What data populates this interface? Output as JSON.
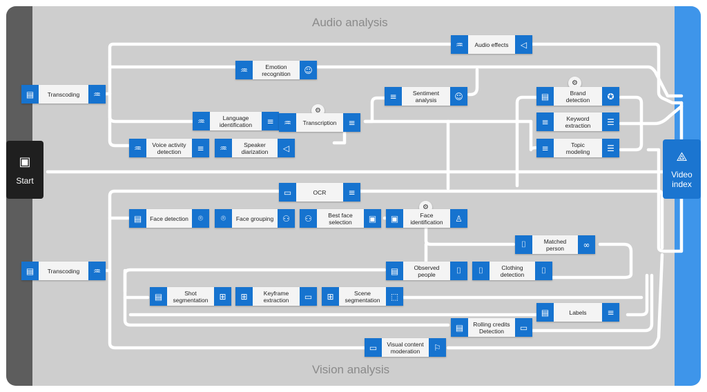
{
  "sections": {
    "audio": "Audio analysis",
    "vision": "Vision analysis"
  },
  "start": {
    "label": "Start",
    "icon": "film-icon"
  },
  "index": {
    "label": "Video\nindex",
    "icon": "network-icon"
  },
  "colors": {
    "canvas": "#cecece",
    "left_band": "#5d5d5d",
    "right_band": "#3e95ea",
    "node_icon_bg": "#1673cf",
    "node_body": "#f4f4f4",
    "connector": "#ffffff"
  },
  "audio_nodes": {
    "transcoding": "Transcoding",
    "audio_effects": "Audio effects",
    "emotion_recognition": "Emotion\nrecognition",
    "sentiment_analysis": "Sentiment\nanalysis",
    "brand_detection": "Brand\ndetection",
    "language_identification": "Language\nidentification",
    "transcription": "Transcription",
    "keyword_extraction": "Keyword\nextraction",
    "voice_activity_detection": "Voice activity\ndetection",
    "speaker_diarization": "Speaker\ndiarization",
    "topic_modeling": "Topic\nmodeling"
  },
  "vision_nodes": {
    "ocr": "OCR",
    "face_detection": "Face detection",
    "face_grouping": "Face grouping",
    "best_face_selection": "Best face\nselection",
    "face_identification": "Face\nidentification",
    "matched_person": "Matched\nperson",
    "transcoding": "Transcoding",
    "observed_people": "Observed\npeople",
    "clothing_detection": "Clothing\ndetection",
    "shot_segmentation": "Shot\nsegmentation",
    "keyframe_extraction": "Keyframe\nextraction",
    "scene_segmentation": "Scene\nsegmentation",
    "labels": "Labels",
    "rolling_credits_detection": "Rolling credits\nDetection",
    "visual_content_moderation": "Visual content\nmoderation"
  }
}
